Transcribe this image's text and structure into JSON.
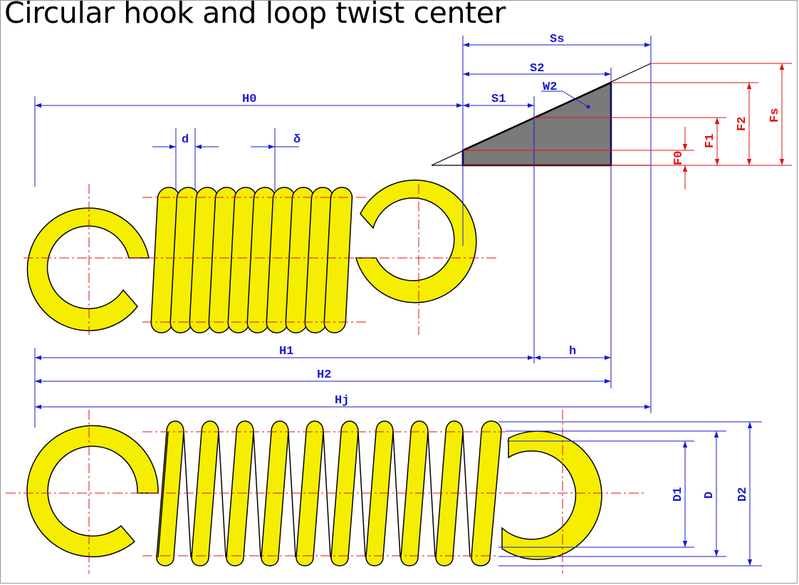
{
  "title": "Circular hook and loop twist center",
  "labels": {
    "Ss": "Ss",
    "S2": "S2",
    "S1": "S1",
    "W2": "W2",
    "H0": "H0",
    "d": "d",
    "delta": "δ",
    "H1": "H1",
    "h": "h",
    "H2": "H2",
    "Hj": "Hj",
    "F0": "F0",
    "F1": "F1",
    "F2": "F2",
    "Fs": "Fs",
    "D1": "D1",
    "D": "D",
    "D2": "D2"
  },
  "colors": {
    "spring_fill": "#f5ee00",
    "outline": "#000000",
    "dimension": "#1a1ad0",
    "force": "#e01010",
    "centerline": "#e01010",
    "work_area": "#7a7a7a"
  }
}
